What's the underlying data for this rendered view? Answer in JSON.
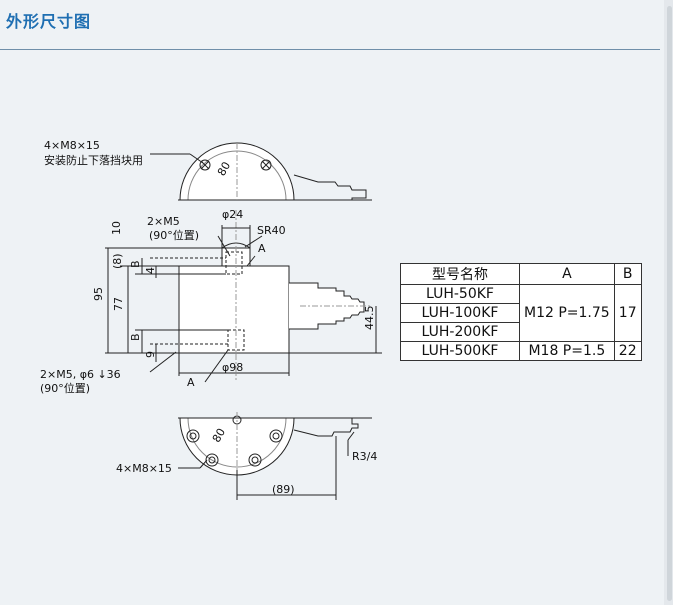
{
  "page": {
    "title": "外形尺寸图"
  },
  "drawing": {
    "labels": {
      "holes_top": "4×M8×15",
      "holes_top_note": "安装防止下落挡块用",
      "holes_bottom": "4×M8×15",
      "side_holes_top": "2×M5",
      "side_holes_top_note": "(90°位置)",
      "side_holes_bottom": "2×M5, φ6 ↓36",
      "side_holes_bottom_note": "(90°位置)",
      "dim_phi24": "φ24",
      "dim_sr40": "SR40",
      "dim_a_top": "A",
      "dim_10": "10",
      "dim_8": "(8)",
      "dim_b_top": "B",
      "dim_4": "4",
      "dim_95": "95",
      "dim_77": "77",
      "dim_b_bottom": "B",
      "dim_9": "9",
      "dim_a_bottom": "A",
      "dim_phi98": "φ98",
      "dim_44_5": "44.5",
      "dim_80_top": "80",
      "dim_80_bottom": "80",
      "dim_r3_4": "R3/4",
      "dim_89": "(89)"
    }
  },
  "table": {
    "headers": [
      "型号名称",
      "A",
      "B"
    ],
    "rows": [
      {
        "model": "LUH-50KF",
        "a": "M12 P=1.75",
        "b": "17"
      },
      {
        "model": "LUH-100KF"
      },
      {
        "model": "LUH-200KF"
      },
      {
        "model": "LUH-500KF",
        "a": "M18 P=1.5",
        "b": "22"
      }
    ]
  }
}
